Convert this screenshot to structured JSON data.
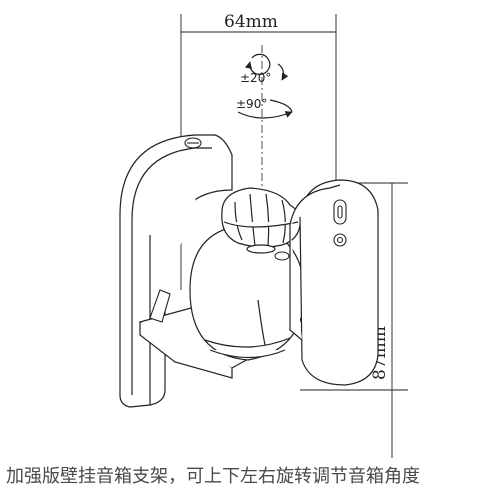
{
  "dimensions": {
    "width_label": "64mm",
    "height_label": "87mm"
  },
  "rotations": {
    "tilt_label": "±20°",
    "swivel_label": "±90°"
  },
  "caption": "加强版壁挂音箱支架，可上下左右旋转调节音箱角度",
  "colors": {
    "line": "#222222",
    "caption_text": "#4a4a4a",
    "background": "#ffffff"
  }
}
